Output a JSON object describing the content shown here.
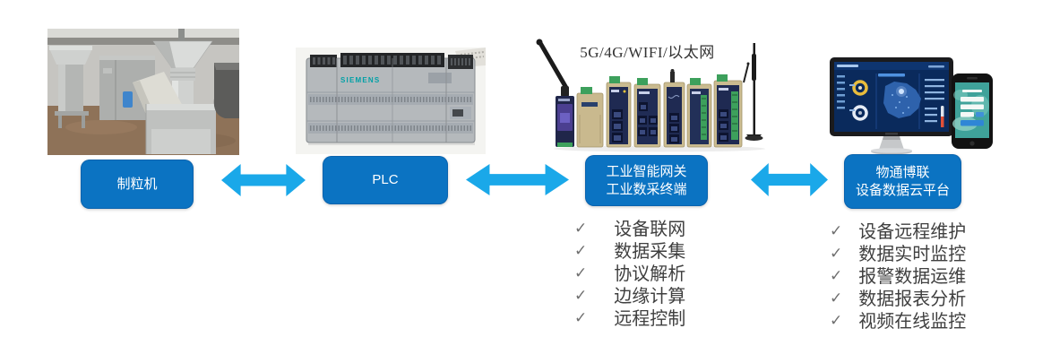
{
  "diagram": {
    "connectivity_caption": "5G/4G/WIFI/以太网",
    "check_glyph": "✓",
    "nodes": {
      "granulator": {
        "label": "制粒机"
      },
      "plc": {
        "label": "PLC",
        "brand": "SIEMENS"
      },
      "gateway": {
        "label_line1": "工业智能网关",
        "label_line2": "工业数采终端",
        "features": [
          "设备联网",
          "数据采集",
          "协议解析",
          "边缘计算",
          "远程控制"
        ]
      },
      "cloud": {
        "label_line1": "物通博联",
        "label_line2": "设备数据云平台",
        "features": [
          "设备远程维护",
          "数据实时监控",
          "报警数据运维",
          "数据报表分析",
          "视频在线监控"
        ]
      }
    },
    "colors": {
      "label_box_blue": "#0b73c2",
      "arrow_blue": "#1aa8e9",
      "check_gray": "#6f6f6f",
      "feature_text": "#3f3f3f"
    }
  }
}
